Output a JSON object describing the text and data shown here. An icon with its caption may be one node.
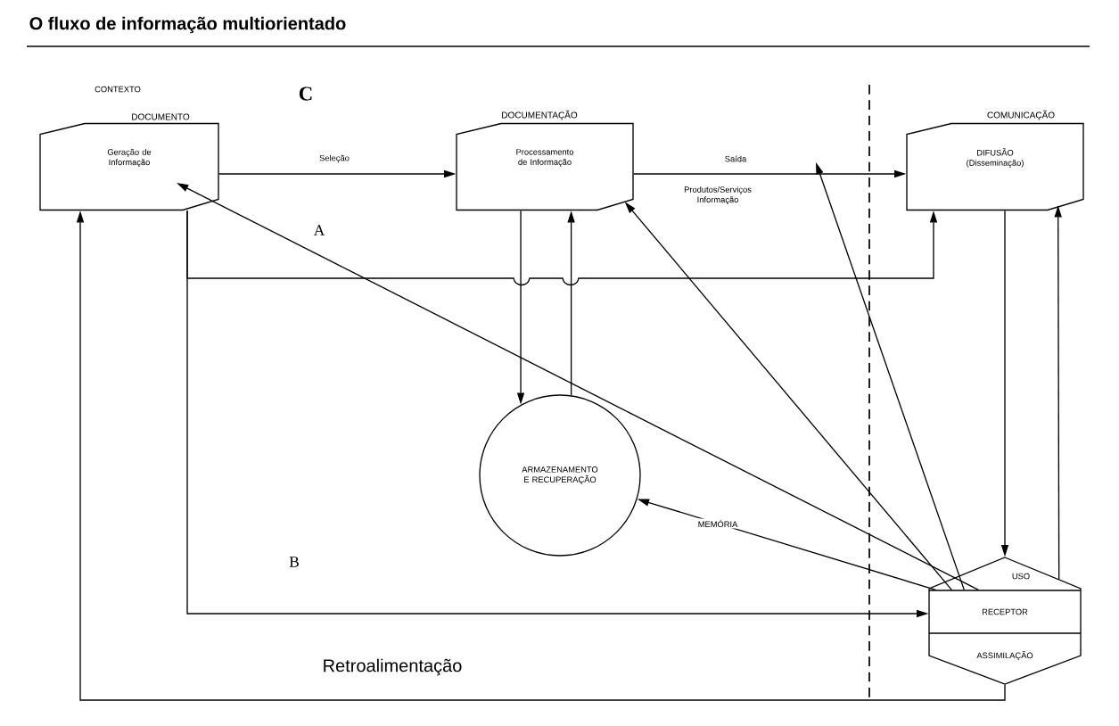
{
  "diagram": {
    "title": "O fluxo de informação multiorientado",
    "nodes": [
      {
        "text": [
          "DOCUMENTO",
          "Geração de Informação"
        ]
      },
      {
        "text": [
          "DOCUMENTAÇÃO",
          "Processamento de Informação"
        ]
      },
      {
        "text": [
          "COMUNICAÇÃO",
          "DIFUSÃO (Disseminação)"
        ]
      },
      {
        "text": [
          "ARMAZENAMENTO E RECUPERAÇÃO"
        ]
      },
      {
        "text": [
          "USO",
          "RECEPTOR",
          "ASSIMILAÇÃO"
        ]
      }
    ],
    "edges": [
      {
        "from": 0,
        "to": 1,
        "arrow": "to",
        "label": "Seleção"
      },
      {
        "from": 1,
        "to": 2,
        "arrow": "to",
        "label": "Saída"
      },
      {
        "from": 0,
        "to": 2,
        "arrow": "to"
      },
      {
        "from": 0,
        "to": 4,
        "arrow": "to"
      },
      {
        "from": 1,
        "to": 3,
        "arrow": "to"
      },
      {
        "from": 3,
        "to": 1,
        "arrow": "to"
      },
      {
        "from": 2,
        "to": 4,
        "arrow": "to"
      },
      {
        "from": 4,
        "to": 2,
        "arrow": "to"
      },
      {
        "from": 4,
        "to": 0,
        "arrow": "to"
      },
      {
        "from": 4,
        "to": 1,
        "arrow": "to"
      },
      {
        "from": 4,
        "to": 3,
        "arrow": "to",
        "label": "MEMÓRIA"
      },
      {
        "from": 4,
        "to": null,
        "arrow": "to"
      },
      {
        "from": 4,
        "to": 0,
        "arrow": "to",
        "label": "Retroalimentação"
      }
    ],
    "labels": [
      "CONTEXTO",
      "C",
      "Produtos/Serviços Informação",
      "A",
      "B"
    ]
  }
}
